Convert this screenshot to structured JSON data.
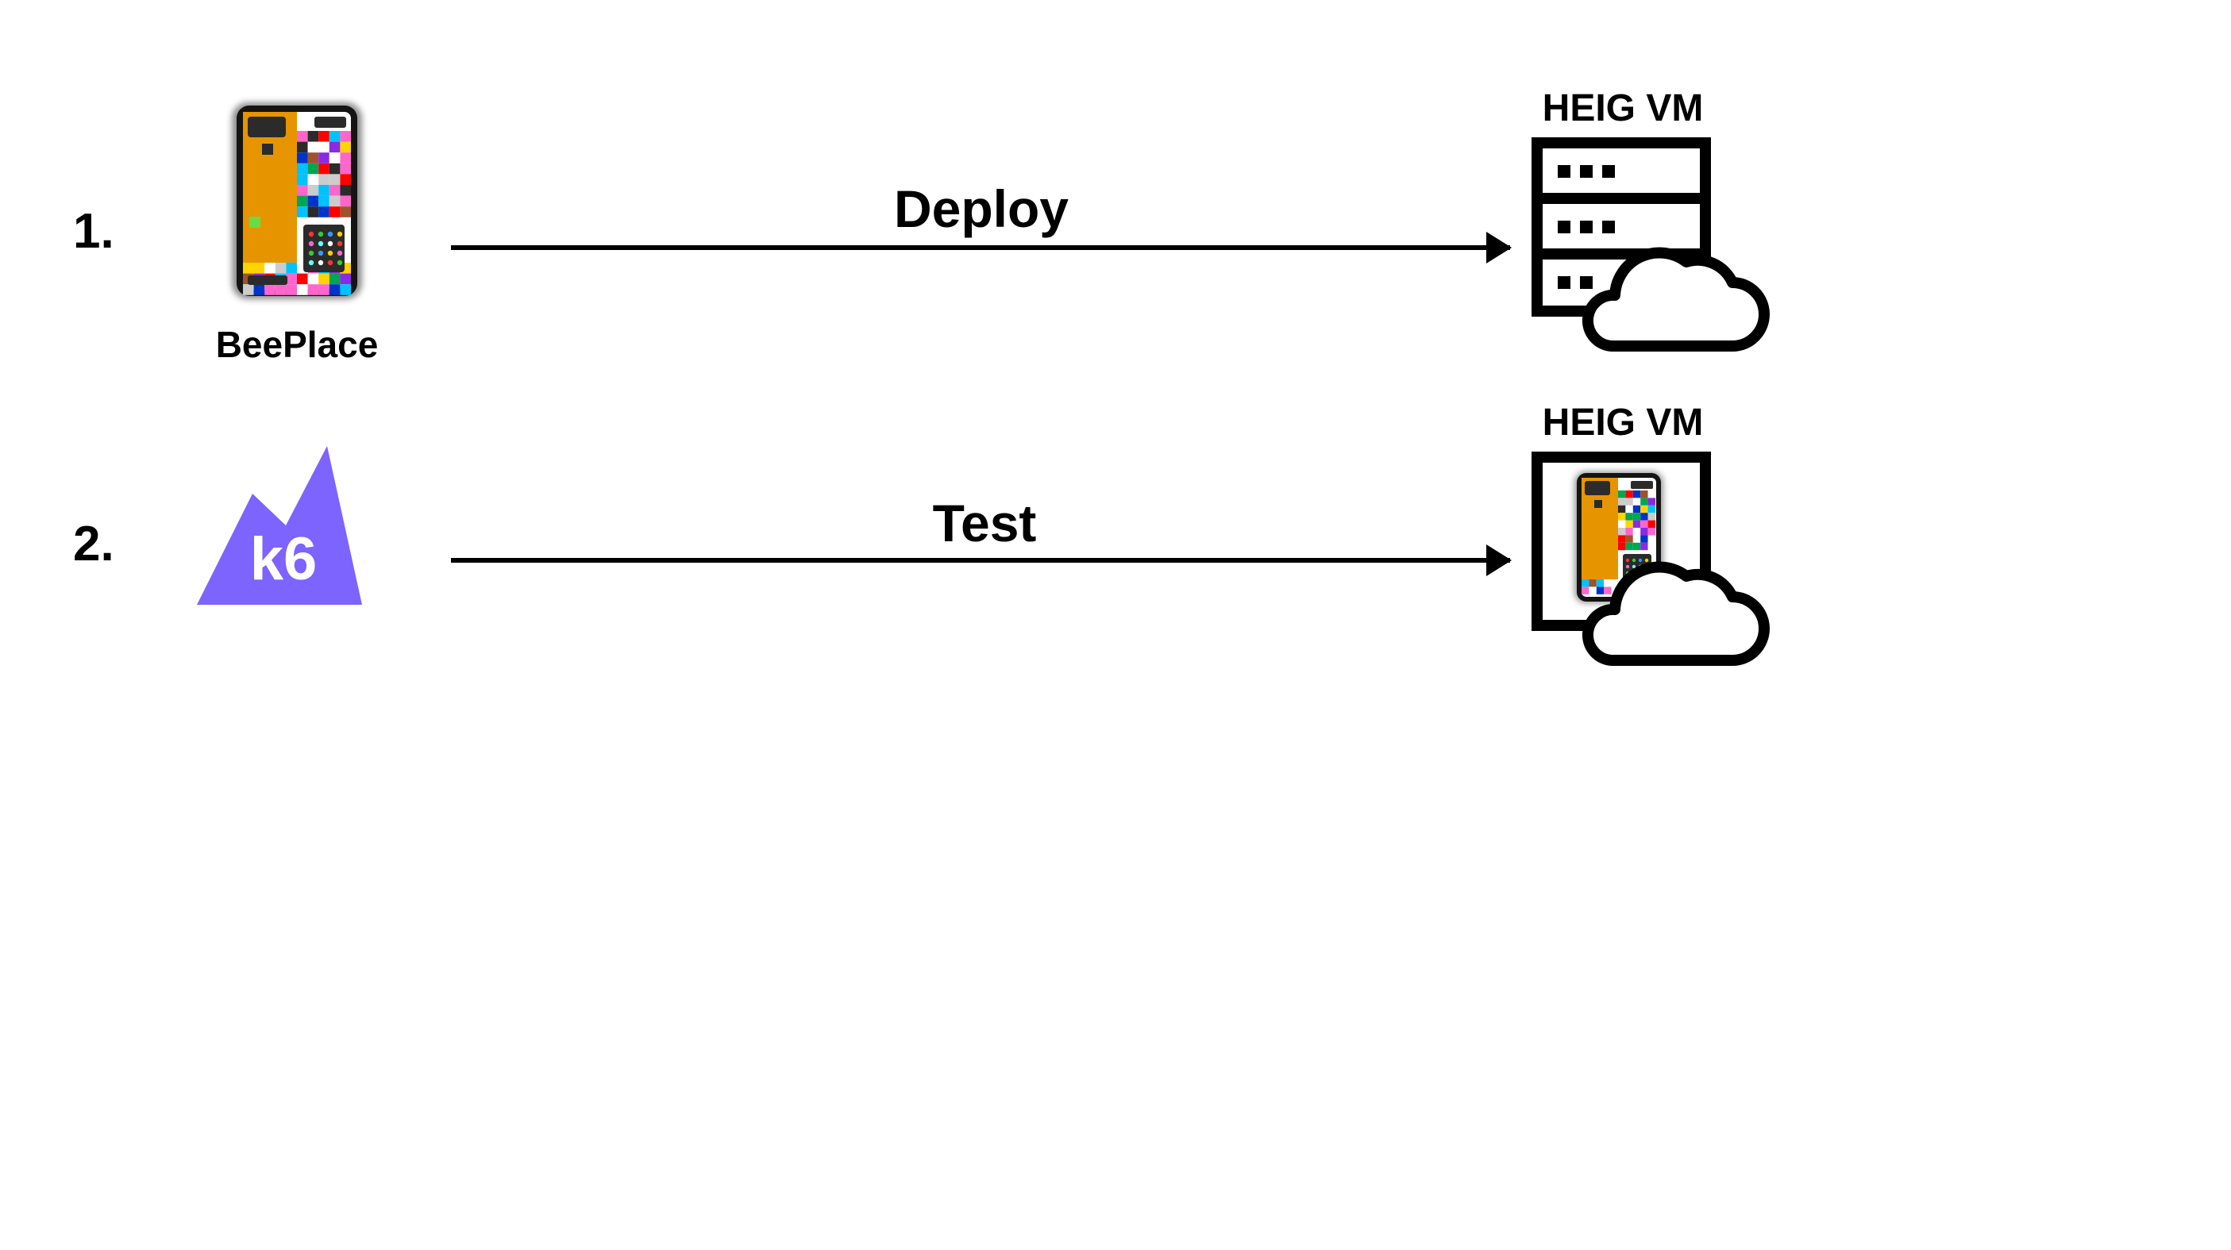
{
  "steps": [
    {
      "number": "1.",
      "source_label": "BeePlace",
      "source_icon": "beeplace-app-icon",
      "arrow_label": "Deploy",
      "target_label": "HEIG VM",
      "target_icon": "server-cloud-icon"
    },
    {
      "number": "2.",
      "source_icon": "k6-logo-icon",
      "source_logo_text": "k6",
      "arrow_label": "Test",
      "target_label": "HEIG VM",
      "target_icon": "vm-with-beeplace-cloud-icon"
    }
  ],
  "colors": {
    "k6_purple": "#7d64ff",
    "app_orange": "#e69500",
    "stroke": "#000000",
    "background": "#ffffff"
  },
  "app_pixel_palette": [
    "#ffffff",
    "#ff0000",
    "#00c2ff",
    "#0033cc",
    "#ffd400",
    "#ff66cc",
    "#2b2b2b",
    "#8a2be2",
    "#00a651",
    "#a0522d",
    "#ffffff",
    "#cccccc"
  ]
}
